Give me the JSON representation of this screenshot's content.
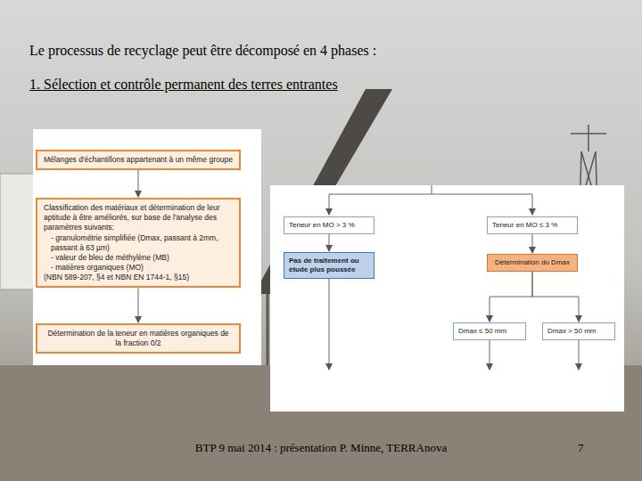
{
  "diagram": {
    "title": "Le processus de recyclage peut être décomposé en 4 phases :",
    "nodes": [
      {
        "text": [
          "Mélanges d'échantillons appartenant à un même groupe"
        ]
      },
      {
        "text": [
          "Classification des matériaux et détermination de leur aptitude à être améliorés, sur base de l'analyse des paramètres suivants:",
          "- granulométrie simplifiée (Dmax, passant à 2mm, passant à 63 µm)",
          "- valeur de bleu de méthylène (MB)",
          "- matières organiques (MO)",
          "(NBN 589-207, §4 et NBN EN 1744-1, §15)"
        ]
      },
      {
        "text": [
          "Détermination de la teneur en matières organiques de la fraction 0/2"
        ]
      },
      {
        "text": [
          "Teneur en MO > 3 %"
        ]
      },
      {
        "text": [
          "Teneur en MO ≤ 3 %"
        ]
      },
      {
        "text": [
          "Pas de traitement ou étude plus poussée"
        ]
      },
      {
        "text": [
          "Détermination du Dmax"
        ]
      },
      {
        "text": [
          "Dmax ≤ 50 mm"
        ]
      },
      {
        "text": [
          "Dmax > 50 mm"
        ]
      }
    ],
    "edges": [
      {
        "from": 0,
        "to": 1,
        "arrow": "to"
      },
      {
        "from": 1,
        "to": 2,
        "arrow": "to"
      },
      {
        "from": 3,
        "to": 5,
        "arrow": "to"
      },
      {
        "from": 4,
        "to": 6,
        "arrow": "to"
      },
      {
        "from": 6,
        "to": 7,
        "arrow": "to"
      },
      {
        "from": 6,
        "to": 8,
        "arrow": "to"
      }
    ],
    "labels": [
      "1. Sélection et contrôle permanent des terres entrantes",
      "BTP 9 mai 2014 : présentation P. Minne, TERRAnova",
      "7"
    ]
  }
}
